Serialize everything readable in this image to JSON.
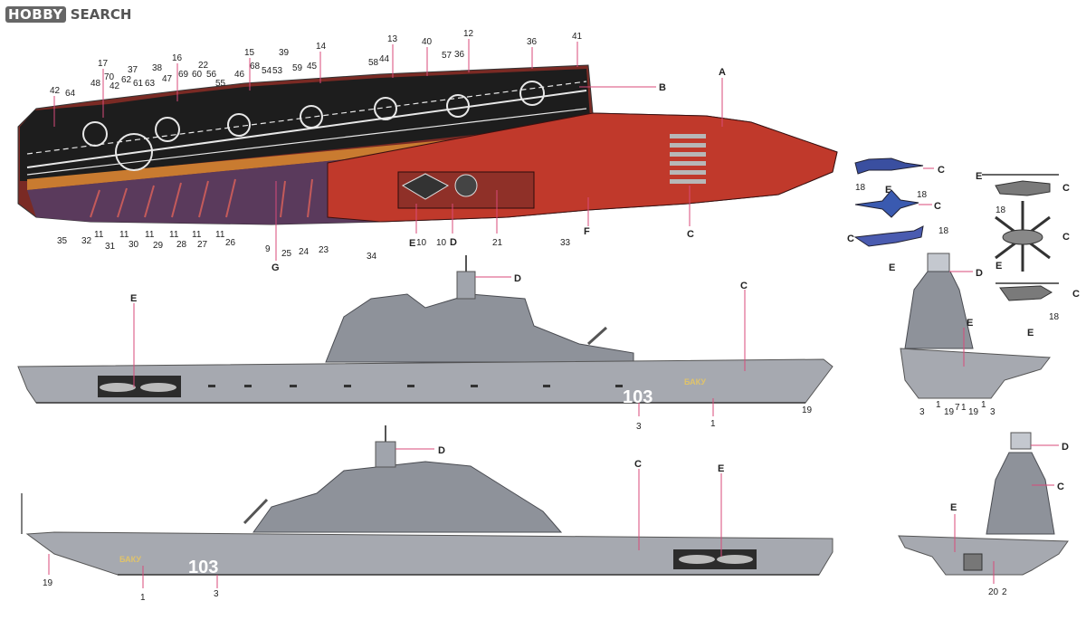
{
  "watermark": {
    "logo_text": "HOBBY",
    "search_text": "SEARCH"
  },
  "hull_number": "103",
  "hull_name": "БАКУ",
  "colors": {
    "hull_grey": "#a6a9b0",
    "deck_black": "#1d1d1d",
    "deck_red": "#c0392b",
    "leader_line": "#d84a7a",
    "superstructure": "#8e929a"
  },
  "top_view_numbers": [
    "42",
    "64",
    "48",
    "17",
    "70",
    "42",
    "62",
    "37",
    "61",
    "63",
    "38",
    "47",
    "16",
    "69",
    "22",
    "60",
    "56",
    "55",
    "46",
    "15",
    "68",
    "54",
    "53",
    "39",
    "59",
    "45",
    "14",
    "58",
    "44",
    "13",
    "40",
    "57",
    "36",
    "12",
    "36",
    "41"
  ],
  "top_view_bottom_numbers": [
    "35",
    "32",
    "11",
    "31",
    "11",
    "30",
    "11",
    "29",
    "11",
    "28",
    "11",
    "27",
    "11",
    "26",
    "9",
    "25",
    "24",
    "23",
    "34",
    "10",
    "10",
    "21",
    "33"
  ],
  "letters": {
    "A": "A",
    "B": "B",
    "C": "C",
    "D": "D",
    "E": "E",
    "F": "F",
    "G": "G"
  },
  "side_upper_numbers": {
    "n3": "3",
    "n1": "1",
    "n19": "19"
  },
  "side_lower_numbers": {
    "n19": "19",
    "n1": "1",
    "n3": "3"
  },
  "front_view_numbers": [
    "3",
    "1",
    "19",
    "7",
    "1",
    "19",
    "1",
    "3"
  ],
  "rear_view_numbers": [
    "20",
    "2"
  ],
  "aircraft_numbers": [
    "18",
    "18",
    "18",
    "18",
    "18"
  ]
}
